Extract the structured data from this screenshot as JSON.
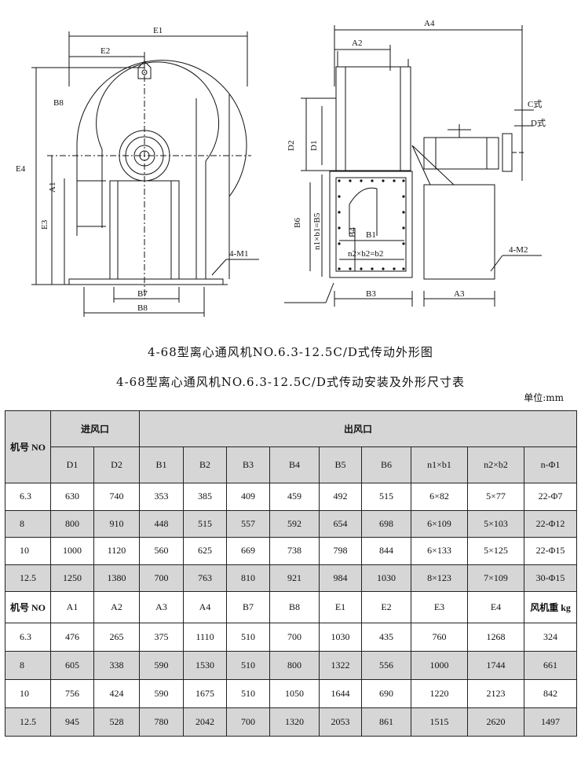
{
  "drawing": {
    "left_labels": [
      "E1",
      "E2",
      "B8",
      "E4",
      "A1",
      "E3",
      "4-M1",
      "B7",
      "B8"
    ],
    "right_labels": [
      "A4",
      "A2",
      "C式",
      "D式",
      "D2",
      "D1",
      "B6",
      "n1×b1=B5",
      "B4",
      "B1",
      "n2×b2=b2",
      "4-M2",
      "B3",
      "A3"
    ]
  },
  "caption": "4-68型离心通风机NO.6.3-12.5C/D式传动外形图",
  "table_title": "4-68型离心通风机NO.6.3-12.5C/D式传动安装及外形尺寸表",
  "unit": "单位:mm",
  "table1": {
    "model_header": "机号 NO",
    "inlet_header": "进风口",
    "outlet_header": "出风口",
    "columns": [
      "D1",
      "D2",
      "B1",
      "B2",
      "B3",
      "B4",
      "B5",
      "B6",
      "n1×b1",
      "n2×b2",
      "n-Φ1"
    ],
    "rows": [
      [
        "6.3",
        "630",
        "740",
        "353",
        "385",
        "409",
        "459",
        "492",
        "515",
        "6×82",
        "5×77",
        "22-Φ7"
      ],
      [
        "8",
        "800",
        "910",
        "448",
        "515",
        "557",
        "592",
        "654",
        "698",
        "6×109",
        "5×103",
        "22-Φ12"
      ],
      [
        "10",
        "1000",
        "1120",
        "560",
        "625",
        "669",
        "738",
        "798",
        "844",
        "6×133",
        "5×125",
        "22-Φ15"
      ],
      [
        "12.5",
        "1250",
        "1380",
        "700",
        "763",
        "810",
        "921",
        "984",
        "1030",
        "8×123",
        "7×109",
        "30-Φ15"
      ]
    ]
  },
  "table2": {
    "columns": [
      "机号 NO",
      "A1",
      "A2",
      "A3",
      "A4",
      "B7",
      "B8",
      "E1",
      "E2",
      "E3",
      "E4",
      "风机重 kg"
    ],
    "rows": [
      [
        "6.3",
        "476",
        "265",
        "375",
        "1110",
        "510",
        "700",
        "1030",
        "435",
        "760",
        "1268",
        "324"
      ],
      [
        "8",
        "605",
        "338",
        "590",
        "1530",
        "510",
        "800",
        "1322",
        "556",
        "1000",
        "1744",
        "661"
      ],
      [
        "10",
        "756",
        "424",
        "590",
        "1675",
        "510",
        "1050",
        "1644",
        "690",
        "1220",
        "2123",
        "842"
      ],
      [
        "12.5",
        "945",
        "528",
        "780",
        "2042",
        "700",
        "1320",
        "2053",
        "861",
        "1515",
        "2620",
        "1497"
      ]
    ]
  }
}
